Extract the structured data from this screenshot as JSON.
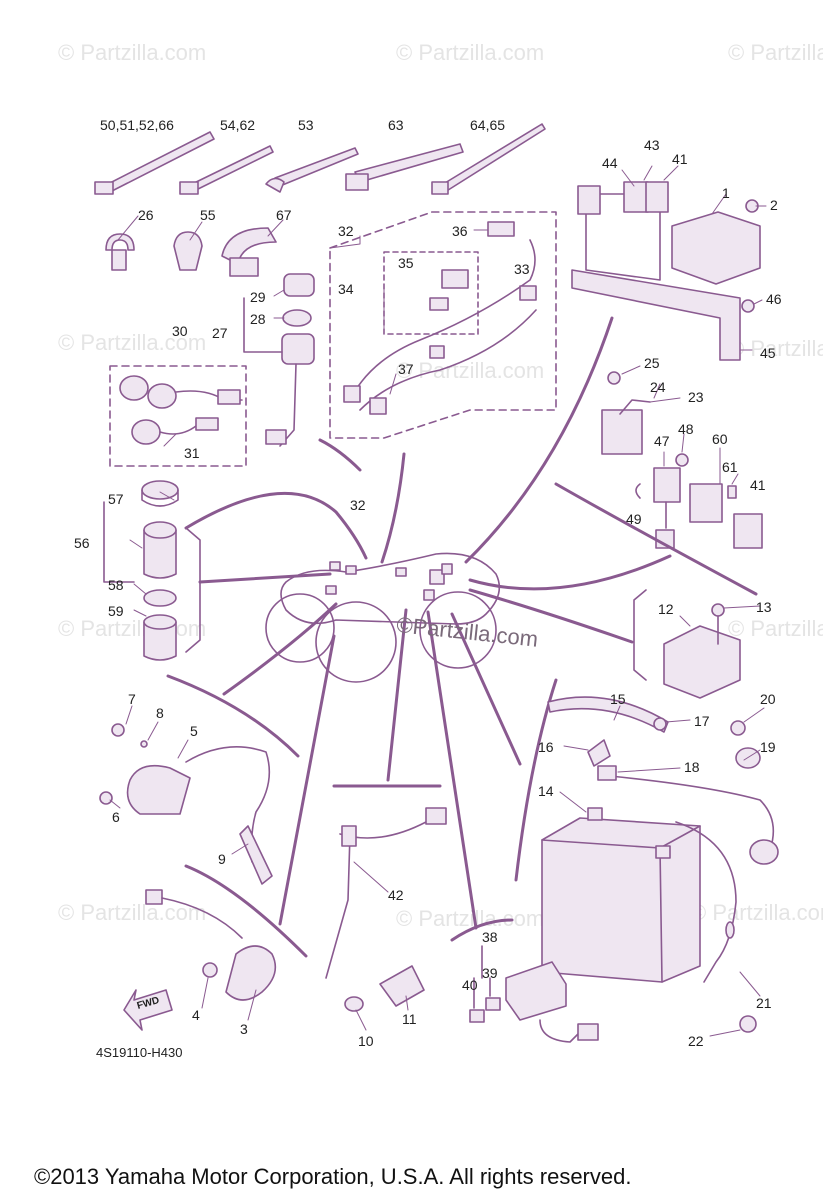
{
  "watermark": "© Partzilla.com",
  "center_watermark": "©Partzilla.com",
  "diagram_code": "4S19110-H430",
  "copyright": "©2013  Yamaha Motor Corporation, U.S.A. All rights reserved.",
  "direction_arrow": "FWD",
  "colors": {
    "outline": "#8a5a90",
    "leader": "#8a5a90",
    "part": "#7b4f82",
    "fill": "#efe6f1"
  },
  "callouts": [
    "50,51,52,66",
    "54,62",
    "53",
    "63",
    "64,65",
    "26",
    "55",
    "67",
    "32",
    "36",
    "35",
    "34",
    "33",
    "37",
    "29",
    "28",
    "27",
    "30",
    "31",
    "44",
    "43",
    "41",
    "1",
    "2",
    "46",
    "45",
    "25",
    "24",
    "23",
    "48",
    "47",
    "60",
    "61",
    "49",
    "41",
    "57",
    "56",
    "58",
    "59",
    "32",
    "12",
    "13",
    "15",
    "17",
    "20",
    "16",
    "19",
    "18",
    "14",
    "7",
    "8",
    "5",
    "6",
    "9",
    "42",
    "38",
    "39",
    "40",
    "11",
    "10",
    "4",
    "3",
    "21",
    "22"
  ]
}
